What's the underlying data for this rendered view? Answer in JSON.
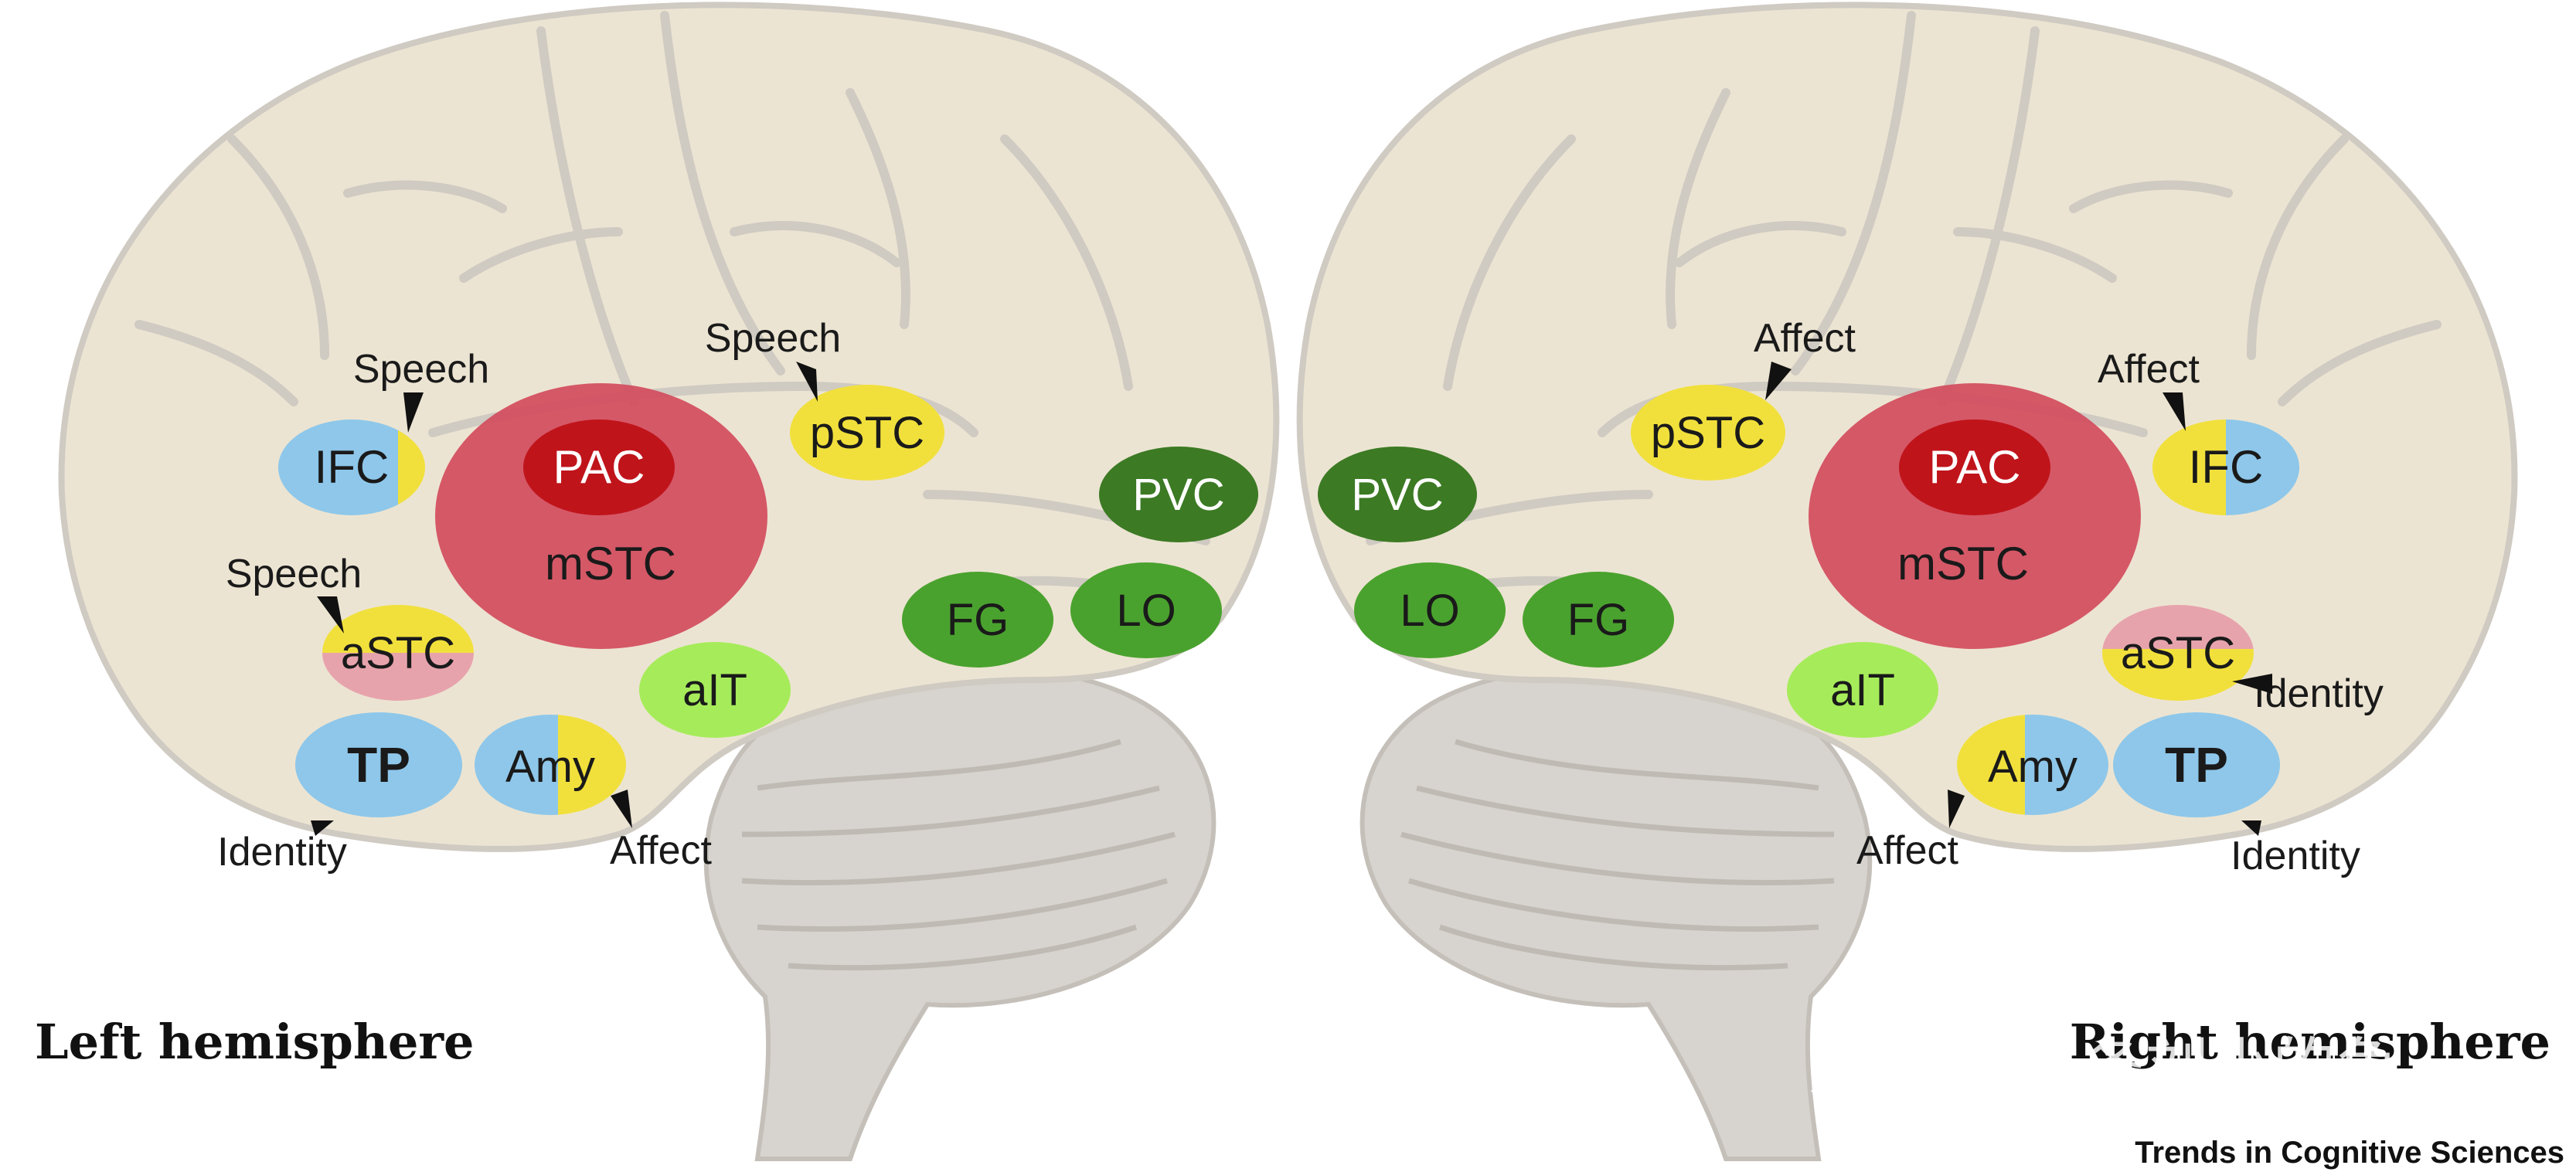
{
  "colors": {
    "cortex": "#ece4d2",
    "sulcus": "#cfcac2",
    "cerebellum": "#d7d4cf",
    "blue": "#8ec7ea",
    "yellow": "#f1e03c",
    "pink": "#e7a3ac",
    "red_region": "#d24c5d",
    "pac_red": "#c0141b",
    "dark_green": "#3c7a24",
    "mid_green": "#4aa22e",
    "light_green": "#a6ec5a",
    "text": "#1a1a1a"
  },
  "left_hemisphere": {
    "title": "Left hemisphere",
    "regions": {
      "ifc": "IFC",
      "astc": "aSTC",
      "tp": "TP",
      "amy": "Amy",
      "pac": "PAC",
      "mstc": "mSTC",
      "pstc": "pSTC",
      "ait": "aIT",
      "fg": "FG",
      "lo": "LO",
      "pvc": "PVC"
    },
    "annotations": {
      "ifc": "Speech",
      "astc": "Speech",
      "pstc": "Speech",
      "tp": "Identity",
      "amy": "Affect"
    }
  },
  "right_hemisphere": {
    "title": "Right hemisphere",
    "regions": {
      "pstc": "pSTC",
      "pac": "PAC",
      "mstc": "mSTC",
      "ifc": "IFC",
      "astc": "aSTC",
      "tp": "TP",
      "amy": "Amy",
      "ait": "aIT",
      "fg": "FG",
      "lo": "LO",
      "pvc": "PVC"
    },
    "annotations": {
      "pstc": "Affect",
      "ifc": "Affect",
      "astc": "Identity",
      "tp": "Identity",
      "amy": "Affect"
    }
  },
  "watermark": "知乎 @一条刘小的鱼",
  "credit": "Trends in Cognitive Sciences"
}
